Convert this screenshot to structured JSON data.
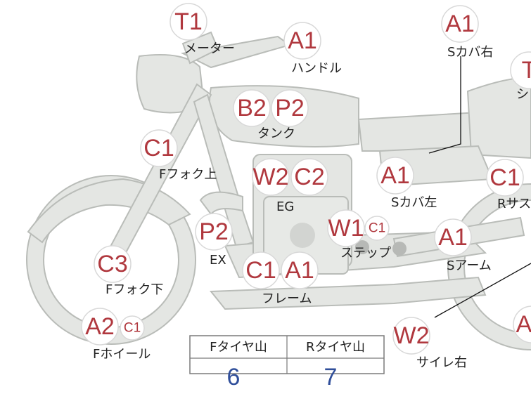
{
  "parts": [
    {
      "code": "T1",
      "label": "メーター"
    },
    {
      "code": "A1",
      "label": "ハンドル"
    },
    {
      "code": "A1",
      "label": "Sカバ右"
    },
    {
      "code": "T",
      "label": "シ"
    },
    {
      "code": "B2",
      "code2": "P2",
      "label": "タンク"
    },
    {
      "code": "C1",
      "label": "Fフォク上"
    },
    {
      "code": "W2",
      "code2": "C2",
      "label": "EG"
    },
    {
      "code": "A1",
      "label": "Sカバ左"
    },
    {
      "code": "C1",
      "label": "Rサス"
    },
    {
      "code": "P2",
      "label": "EX"
    },
    {
      "code": "W1",
      "code2": "C1",
      "label": "ステップ"
    },
    {
      "code": "A1",
      "label": "Sアーム"
    },
    {
      "code": "C3",
      "label": "Fフォク下"
    },
    {
      "code": "C1",
      "code2": "A1",
      "label": "フレーム"
    },
    {
      "code": "A2",
      "code2": "C1",
      "label": "Fホイール"
    },
    {
      "code": "W2",
      "label": "サイレ右"
    },
    {
      "code": "A",
      "label": ""
    }
  ],
  "tire_table": {
    "headers": [
      "Fタイヤ山",
      "Rタイヤ山"
    ],
    "values": [
      "6",
      "7"
    ]
  },
  "colors": {
    "badge_text": "#b0383e",
    "value_text": "#2f4e9a",
    "bike_fill": "#e4e6e3",
    "bike_stroke": "#b9bcb8"
  }
}
